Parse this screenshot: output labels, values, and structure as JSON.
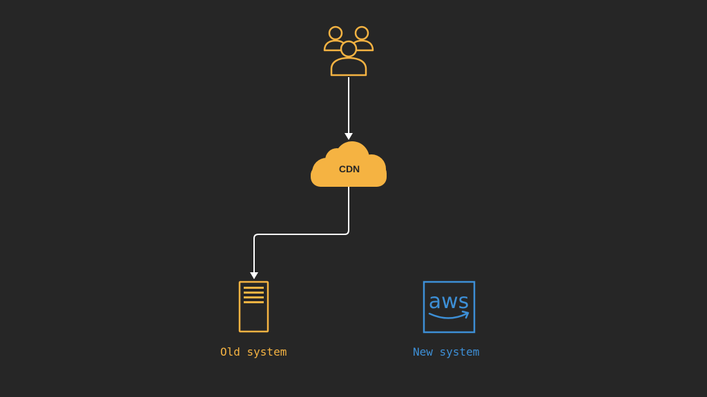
{
  "nodes": {
    "users": {
      "icon": "users-group-icon"
    },
    "cdn": {
      "icon": "cloud-icon",
      "label": "CDN"
    },
    "old_system": {
      "icon": "server-icon",
      "label": "Old system"
    },
    "new_system": {
      "icon": "aws-logo-icon",
      "logo_text": "aws",
      "label": "New system"
    }
  },
  "edges": [
    {
      "from": "users",
      "to": "cdn"
    },
    {
      "from": "cdn",
      "to": "old_system"
    }
  ],
  "colors": {
    "background": "#262626",
    "accent_orange": "#F5B342",
    "accent_blue": "#3D8FD6",
    "connector": "#FFFFFF",
    "cdn_text": "#262626"
  }
}
